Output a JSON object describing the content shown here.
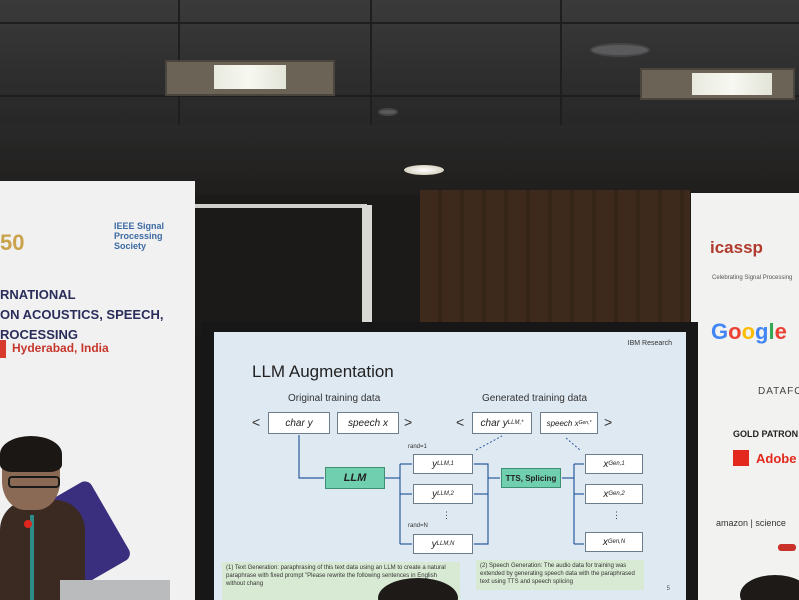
{
  "left_banner": {
    "logo_50": "50",
    "ieee_text": "IEEE Signal Processing Society",
    "title_lines": [
      "RNATIONAL",
      "ON ACOUSTICS, SPEECH,",
      "ROCESSING"
    ],
    "location": "Hyderabad, India"
  },
  "right_banner": {
    "icassp": "icassp",
    "icassp_sub": "Celebrating Signal Processing",
    "google": "Google",
    "datafo": "DATAFO",
    "gold_patron": "GOLD PATRON",
    "adobe": "Adobe",
    "amazon": "amazon | science"
  },
  "slide": {
    "header_right": "IBM Research",
    "title": "LLM Augmentation",
    "original_heading": "Original training data",
    "generated_heading": "Generated training data",
    "box_char_y": "char y",
    "box_speech_x": "speech x",
    "box_char_y_llm": "char y",
    "box_char_y_llm_sub": "LLM,*",
    "box_speech_x_gen": "speech x",
    "box_speech_x_gen_sub": "Gen,*",
    "llm": "LLM",
    "tts": "TTS, Splicing",
    "rand_1": "rand=1",
    "rand_n": "rand=N",
    "y1": "y",
    "y1_sub": "LLM,1",
    "y2": "y",
    "y2_sub": "LLM,2",
    "yn": "y",
    "yn_sub": "LLM,N",
    "x1": "x",
    "x1_sub": "Gen,1",
    "x2": "x",
    "x2_sub": "Gen,2",
    "xn": "x",
    "xn_sub": "Gen,N",
    "ellipsis": "⋮",
    "note_left": "(1) Text Generation: paraphrasing of this text data using an LLM to create a natural paraphrase with fixed prompt \"Please rewrite the following sentences in English without chang",
    "note_right": "(2) Speech Generation: The audio data for training was extended by generating speech data with the paraphrased text using TTS and speech splicing",
    "page": "5"
  }
}
